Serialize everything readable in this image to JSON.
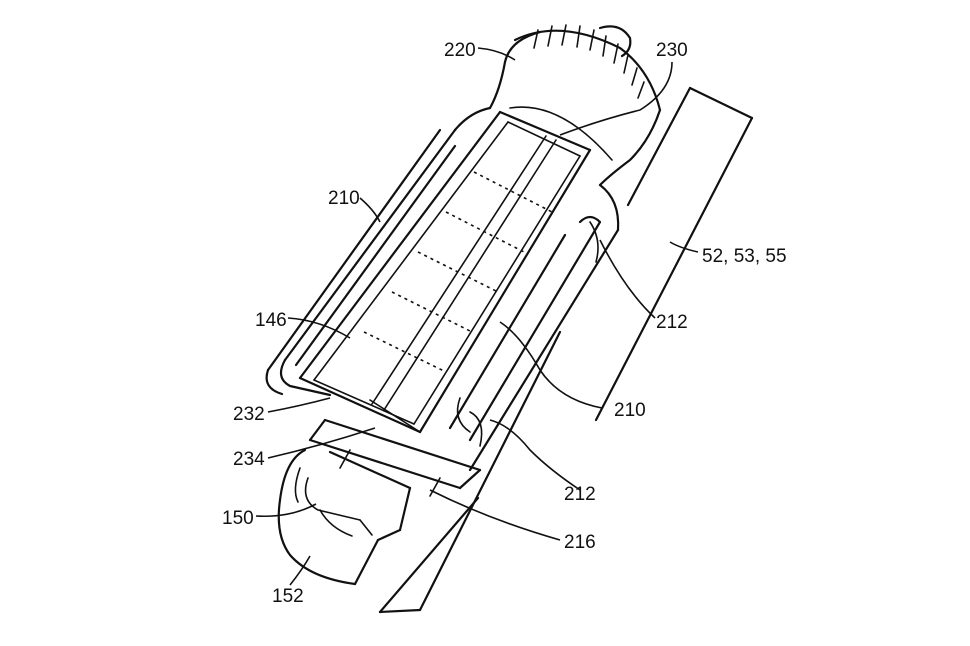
{
  "labels": {
    "l220": "220",
    "l230": "230",
    "l210_top": "210",
    "l52": "52, 53, 55",
    "l212_top": "212",
    "l146": "146",
    "l210_mid": "210",
    "l232": "232",
    "l234": "234",
    "l212_bot": "212",
    "l150": "150",
    "l216": "216",
    "l152": "152"
  }
}
